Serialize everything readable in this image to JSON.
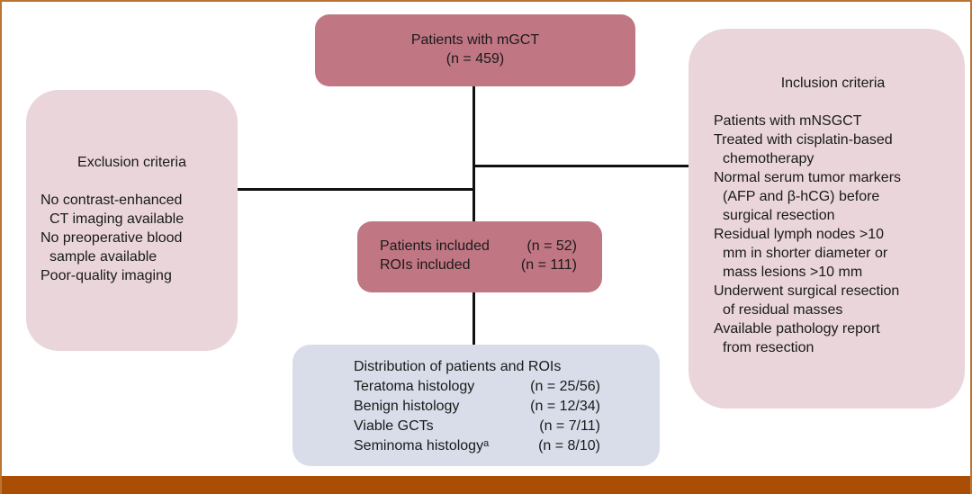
{
  "figure": {
    "frame_border_color": "#bd7433",
    "bottom_bar_color": "#ab4e05",
    "connector_color": "#111111",
    "colors": {
      "rose": "#c07683",
      "pale_pink": "#e9d5da",
      "pale_blue": "#d8dde9"
    }
  },
  "top_box": {
    "line1": "Patients with mGCT",
    "line2": "(n = 459)"
  },
  "exclusion_box": {
    "title": "Exclusion criteria",
    "items": [
      "No contrast-enhanced\nCT imaging available",
      "No preoperative blood\nsample available",
      "Poor-quality imaging"
    ]
  },
  "inclusion_box": {
    "title": "Inclusion criteria",
    "items": [
      "Patients with mNSGCT",
      "Treated with cisplatin-based\nchemotherapy",
      "Normal serum tumor markers\n(AFP and β-hCG) before\nsurgical resection",
      "Residual lymph nodes >10\nmm in shorter diameter or\nmass lesions >10 mm",
      "Underwent surgical resection\nof residual masses",
      "Available pathology report\nfrom resection"
    ]
  },
  "included_box": {
    "rows": [
      {
        "label": "Patients included",
        "value": "(n = 52)"
      },
      {
        "label": "ROIs included",
        "value": "(n = 111)"
      }
    ]
  },
  "distribution_box": {
    "title": "Distribution of patients and ROIs",
    "rows": [
      {
        "label": "Teratoma histology",
        "value": "(n =  25/56)"
      },
      {
        "label": "Benign histology",
        "value": "(n = 12/34)"
      },
      {
        "label": "Viable GCTs",
        "value": "(n = 7/11)"
      },
      {
        "label": "Seminoma histologyᵃ",
        "value": "(n = 8/10)"
      }
    ]
  }
}
